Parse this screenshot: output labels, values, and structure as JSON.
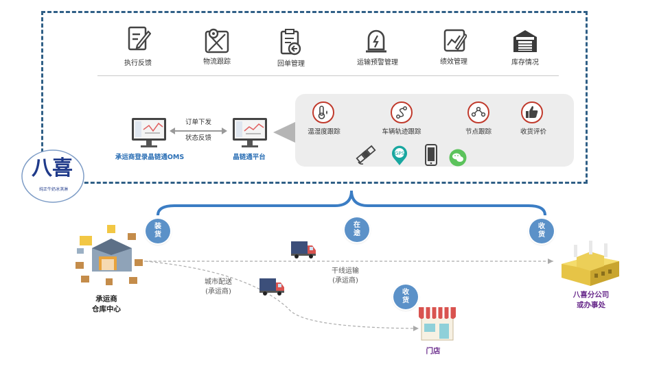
{
  "top_functions": [
    {
      "label": "执行反馈",
      "icon": "edit-document-icon"
    },
    {
      "label": "物流跟踪",
      "icon": "map-route-icon"
    },
    {
      "label": "回单管理",
      "icon": "receipt-return-icon"
    },
    {
      "label": "运输预警管理",
      "icon": "alarm-light-icon"
    },
    {
      "label": "绩效管理",
      "icon": "performance-edit-icon"
    },
    {
      "label": "库存情况",
      "icon": "warehouse-icon"
    }
  ],
  "systems": {
    "left_platform": "承运商登录晶链通OMS",
    "right_platform": "晶链通平台",
    "order_dispatch": "订单下发",
    "status_feedback": "状态反馈"
  },
  "tracking_features": [
    {
      "label": "温湿度跟踪",
      "icon": "thermometer-icon"
    },
    {
      "label": "车辆轨迹跟踪",
      "icon": "route-trace-icon"
    },
    {
      "label": "节点跟踪",
      "icon": "node-graph-icon"
    },
    {
      "label": "收货评价",
      "icon": "thumbs-up-icon"
    }
  ],
  "channel_icons": [
    "satellite-icon",
    "gps-icon",
    "mobile-phone-icon",
    "wechat-icon"
  ],
  "logo": {
    "text": "八喜",
    "tagline": "纯正牛奶冰淇淋"
  },
  "flow": {
    "badge_load": "装货",
    "badge_transit": "在途",
    "badge_receive_right": "收货",
    "badge_receive_store": "收货",
    "warehouse_line1": "承运商",
    "warehouse_line2": "仓库中心",
    "trunk_line1": "干线运输",
    "trunk_line2": "(承运商)",
    "city_line1": "城市配送",
    "city_line2": "(承运商)",
    "branch_line1": "八喜分公司",
    "branch_line2": "或办事处",
    "store": "门店"
  },
  "colors": {
    "dash_border": "#2f5f86",
    "badge": "#5b91c8",
    "brace": "#3b7dc4",
    "purple": "#6a2c8c",
    "blue_text": "#2b6fb5"
  }
}
